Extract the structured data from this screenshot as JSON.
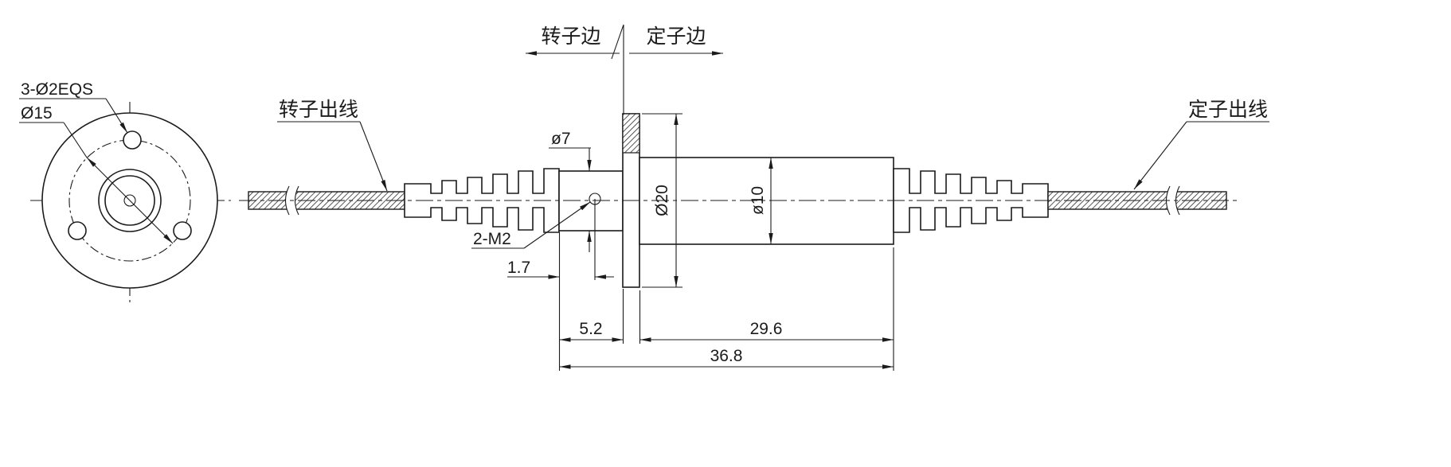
{
  "drawing": {
    "side_labels": {
      "rotor_side": "转子边",
      "stator_side": "定子边"
    },
    "wire_labels": {
      "rotor_out": "转子出线",
      "stator_out": "定子出线"
    },
    "front_view": {
      "mount_holes": "3-Ø2EQS",
      "bolt_circle_dia": "Ø15"
    },
    "dimensions": {
      "shaft_dia": "ø7",
      "flange_dia": "Ø20",
      "body_dia": "ø10",
      "screw_spec": "2-M2",
      "hole_offset": "1.7",
      "shaft_len": "5.2",
      "body_len": "29.6",
      "total_len": "36.8"
    },
    "colors": {
      "line": "#1b1b1b",
      "hatch": "#2b2b2b",
      "background": "#ffffff"
    }
  }
}
